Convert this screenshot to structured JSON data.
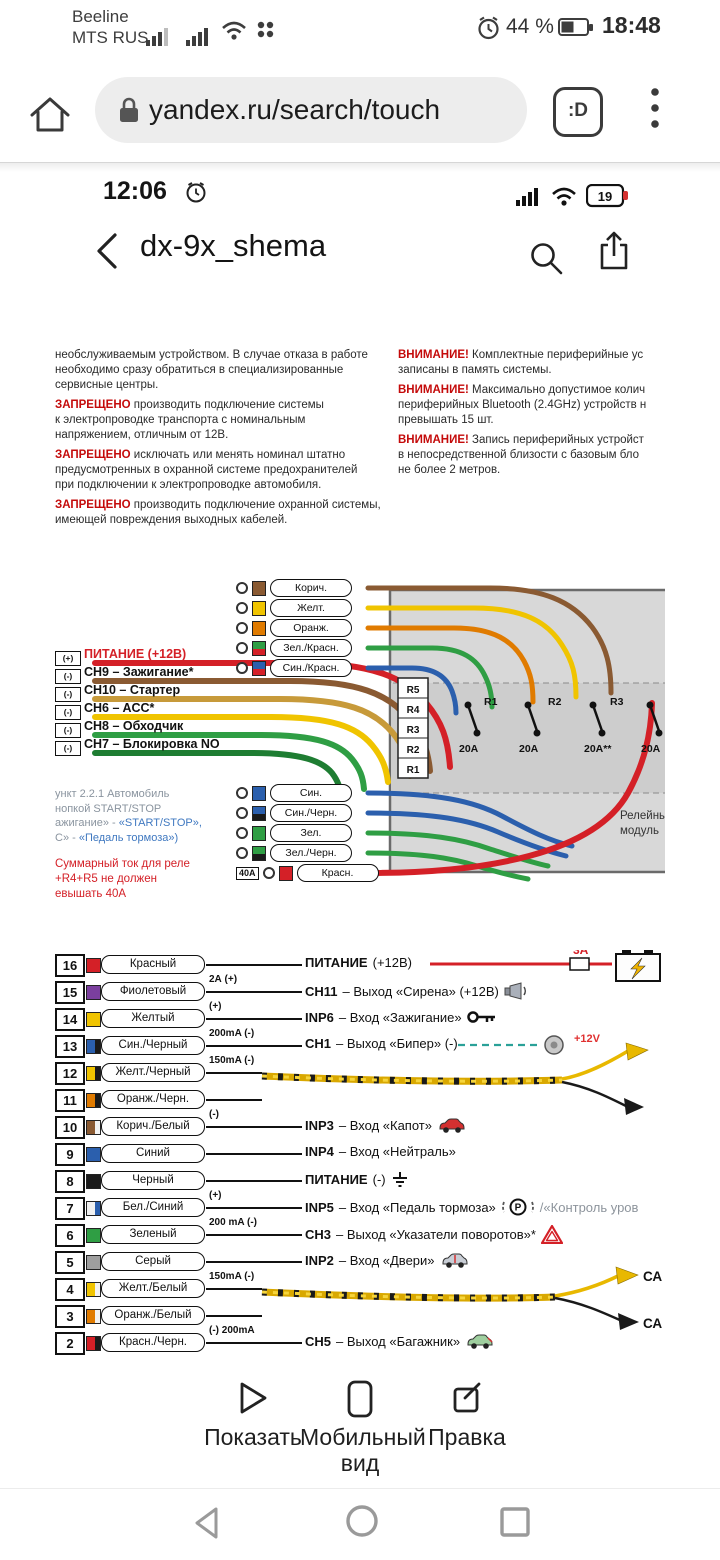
{
  "status_bar": {
    "carrier1": "Beeline",
    "carrier2": "MTS RUS",
    "battery_percent": "44 %",
    "time": "18:48"
  },
  "browser": {
    "url": "yandex.ru/search/touch",
    "tabs_label": ":D"
  },
  "viewer": {
    "inner_status": {
      "time": "12:06",
      "battery": "19"
    },
    "header": {
      "title": "dx-9x_shema"
    },
    "warnings": {
      "left": [
        [
          {
            "lead": "",
            "rest": "необслуживаемым устройством. В случае отказа в работе"
          },
          {
            "lead": "",
            "rest": "необходимо сразу обратиться в специализированные"
          },
          {
            "lead": "",
            "rest": "сервисные центры."
          }
        ],
        [
          {
            "lead": "ЗАПРЕЩЕНО",
            "rest": " производить подключение системы"
          },
          {
            "lead": "",
            "rest": "к электропроводке транспорта с номинальным"
          },
          {
            "lead": "",
            "rest": "напряжением, отличным от 12В."
          }
        ],
        [
          {
            "lead": "ЗАПРЕЩЕНО",
            "rest": " исключать или менять номинал штатно"
          },
          {
            "lead": "",
            "rest": "предусмотренных в охранной системе предохранителей"
          },
          {
            "lead": "",
            "rest": "при подключении к электропроводке автомобиля."
          }
        ],
        [
          {
            "lead": "ЗАПРЕЩЕНО",
            "rest": " производить подключение охранной системы,"
          },
          {
            "lead": "",
            "rest": "имеющей повреждения выходных кабелей."
          }
        ]
      ],
      "right": [
        [
          {
            "lead": "ВНИМАНИЕ!",
            "rest": " Комплектные периферийные ус"
          },
          {
            "lead": "",
            "rest": "записаны в память системы."
          }
        ],
        [
          {
            "lead": "ВНИМАНИЕ!",
            "rest": " Максимально допустимое колич"
          },
          {
            "lead": "",
            "rest": "периферийных Bluetooth (2.4GHz) устройств н"
          },
          {
            "lead": "",
            "rest": "превышать 15 шт."
          }
        ],
        [
          {
            "lead": "ВНИМАНИЕ!",
            "rest": " Запись периферийных устройст"
          },
          {
            "lead": "",
            "rest": "в непосредственной близости с базовым бло"
          },
          {
            "lead": "",
            "rest": "не более 2 метров."
          }
        ]
      ]
    },
    "diagram": {
      "left_channels": [
        {
          "mark": "(+)",
          "label": "ПИТАНИЕ (+12В)",
          "color": "#d42027",
          "red_text": true
        },
        {
          "mark": "(-)",
          "label": "CH9 – Зажигание*",
          "color": "#8a5a32",
          "red_text": false
        },
        {
          "mark": "(-)",
          "label": "CH10 – Стартер",
          "color": "#c79a3a",
          "red_text": false
        },
        {
          "mark": "(-)",
          "label": "CH6 – ACC*",
          "color": "#f0c400",
          "red_text": false
        },
        {
          "mark": "(-)",
          "label": "CH8 – Обходчик",
          "color": "#2f9e44",
          "red_text": false
        },
        {
          "mark": "(-)",
          "label": "CH7 – Блокировка NO",
          "color": "#1e7d32",
          "red_text": false
        }
      ],
      "top_pills": [
        {
          "label": "Корич.",
          "c1": "#8a5a32",
          "c2": ""
        },
        {
          "label": "Желт.",
          "c1": "#f0c400",
          "c2": ""
        },
        {
          "label": "Оранж.",
          "c1": "#e07b00",
          "c2": ""
        },
        {
          "label": "Зел./Красн.",
          "c1": "#2f9e44",
          "c2": "#d42027"
        },
        {
          "label": "Син./Красн.",
          "c1": "#2b5fad",
          "c2": "#d42027"
        }
      ],
      "bottom_pills": [
        {
          "label": "Син.",
          "c1": "#2b5fad",
          "c2": "",
          "fuse": ""
        },
        {
          "label": "Син./Черн.",
          "c1": "#2b5fad",
          "c2": "#1a1a1a",
          "fuse": ""
        },
        {
          "label": "Зел.",
          "c1": "#2f9e44",
          "c2": "",
          "fuse": ""
        },
        {
          "label": "Зел./Черн.",
          "c1": "#2f9e44",
          "c2": "#1a1a1a",
          "fuse": ""
        },
        {
          "label": "Красн.",
          "c1": "#d42027",
          "c2": "",
          "fuse": "40А"
        }
      ],
      "module": {
        "rblock": [
          "R5",
          "R4",
          "R3",
          "R2",
          "R1"
        ],
        "relay_labels": [
          "R1",
          "R2",
          "R3"
        ],
        "fuse_labels": [
          "20A",
          "20A",
          "20A**",
          "20A"
        ],
        "caption_line1": "Релейный",
        "caption_line2": "модуль"
      },
      "gray_note": [
        {
          "t": "ункт 2.2.1 Автомобиль",
          "b": ""
        },
        {
          "t": "нопкой START/STOP",
          "b": ""
        },
        {
          "t": "ажигание» - ",
          "b": "«START/STOP»,"
        },
        {
          "t": "С» - ",
          "b": "«Педаль тормоза»)"
        }
      ],
      "red_note": [
        "Суммарный ток для реле",
        "+R4+R5 не должен",
        "евышать 40А"
      ]
    },
    "lower": {
      "rows": [
        {
          "pin": "16",
          "wire": "Красный",
          "c1": "#d42027",
          "c2": "",
          "cur": "",
          "b": "ПИТАНИЕ",
          "r": " (+12В)",
          "icon": "",
          "suffix": ""
        },
        {
          "pin": "15",
          "wire": "Фиолетовый",
          "c1": "#7b3f9e",
          "c2": "",
          "cur": "2А (+)",
          "b": "CH11",
          "r": " – Выход «Сирена» (+12В)",
          "icon": "siren",
          "suffix": ""
        },
        {
          "pin": "14",
          "wire": "Желтый",
          "c1": "#f0c400",
          "c2": "",
          "cur": "(+)",
          "b": "INP6",
          "r": " – Вход «Зажигание»",
          "icon": "key",
          "suffix": ""
        },
        {
          "pin": "13",
          "wire": "Син./Черный",
          "c1": "#2b5fad",
          "c2": "#1a1a1a",
          "cur": "200mA (-)",
          "b": "CH1",
          "r": " – Выход «Бипер» (-)",
          "icon": "",
          "suffix": ""
        },
        {
          "pin": "12",
          "wire": "Желт./Черный",
          "c1": "#f0c400",
          "c2": "#1a1a1a",
          "cur": "150mA (-)",
          "b": "",
          "r": "",
          "icon": "",
          "suffix": ""
        },
        {
          "pin": "11",
          "wire": "Оранж./Черн.",
          "c1": "#e07b00",
          "c2": "#1a1a1a",
          "cur": "",
          "b": "",
          "r": "",
          "icon": "",
          "suffix": ""
        },
        {
          "pin": "10",
          "wire": "Корич./Белый",
          "c1": "#8a5a32",
          "c2": "#f2f2f2",
          "cur": "(-)",
          "b": "INP3",
          "r": " – Вход «Капот»",
          "icon": "car_red",
          "suffix": ""
        },
        {
          "pin": "9",
          "wire": "Синий",
          "c1": "#2b5fad",
          "c2": "",
          "cur": "",
          "b": "INP4",
          "r": " – Вход «Нейтраль»",
          "icon": "",
          "suffix": ""
        },
        {
          "pin": "8",
          "wire": "Черный",
          "c1": "#1a1a1a",
          "c2": "",
          "cur": "",
          "b": "ПИТАНИЕ",
          "r": " (-)",
          "icon": "ground",
          "suffix": ""
        },
        {
          "pin": "7",
          "wire": "Бел./Синий",
          "c1": "#f2f2f2",
          "c2": "#2b5fad",
          "cur": "(+)",
          "b": "INP5",
          "r": " – Вход «Педаль тормоза»",
          "icon": "parking",
          "suffix": "/«Контроль уров"
        },
        {
          "pin": "6",
          "wire": "Зеленый",
          "c1": "#2f9e44",
          "c2": "",
          "cur": "200 mA (-)",
          "b": "CH3",
          "r": " – Выход «Указатели поворотов»*",
          "icon": "hazard",
          "suffix": ""
        },
        {
          "pin": "5",
          "wire": "Серый",
          "c1": "#9e9e9e",
          "c2": "",
          "cur": "",
          "b": "INP2",
          "r": " – Вход «Двери»",
          "icon": "car_doors",
          "suffix": ""
        },
        {
          "pin": "4",
          "wire": "Желт./Белый",
          "c1": "#f0c400",
          "c2": "#f2f2f2",
          "cur": "150mA (-)",
          "b": "",
          "r": "",
          "icon": "",
          "suffix": ""
        },
        {
          "pin": "3",
          "wire": "Оранж./Белый",
          "c1": "#e07b00",
          "c2": "#f2f2f2",
          "cur": "",
          "b": "",
          "r": "",
          "icon": "",
          "suffix": ""
        },
        {
          "pin": "2",
          "wire": "Красн./Черн.",
          "c1": "#d42027",
          "c2": "#1a1a1a",
          "cur": "(-) 200mA",
          "b": "CH5",
          "r": " – Выход «Багажник»",
          "icon": "car_trunk",
          "suffix": ""
        }
      ],
      "power_fuse": "3А",
      "beeper_extra": "+12V",
      "can_labels": [
        "СА",
        "СА"
      ]
    },
    "toolbar": {
      "show": "Показать",
      "mobile": "Мобильный вид",
      "edit": "Правка"
    }
  },
  "colors": {
    "accent_red": "#d42027",
    "warning_red": "#c40a0a",
    "teal_dash": "#2aa198",
    "braid_yellow": "#d9a800",
    "link_blue": "#3f78c0"
  }
}
